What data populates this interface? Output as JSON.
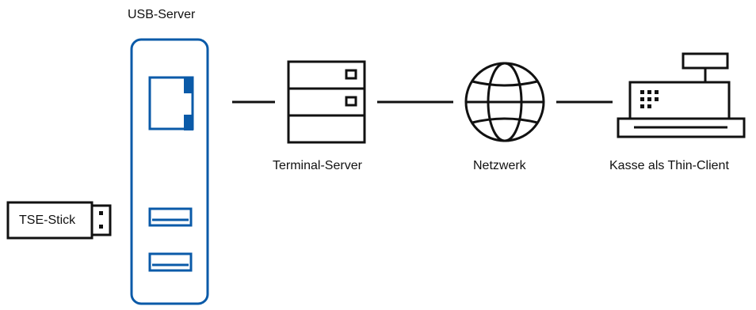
{
  "labels": {
    "usb_server": "USB-Server",
    "terminal_server": "Terminal-Server",
    "network": "Netzwerk",
    "cash_register": "Kasse als Thin-Client",
    "tse_stick": "TSE-Stick"
  },
  "colors": {
    "accent": "#0a5aa8",
    "stroke": "#111111",
    "background": "#ffffff"
  },
  "icons": [
    "usb-server-icon",
    "ethernet-port-icon",
    "usb-port-icon",
    "server-icon",
    "globe-icon",
    "cash-register-icon",
    "usb-stick-icon"
  ]
}
